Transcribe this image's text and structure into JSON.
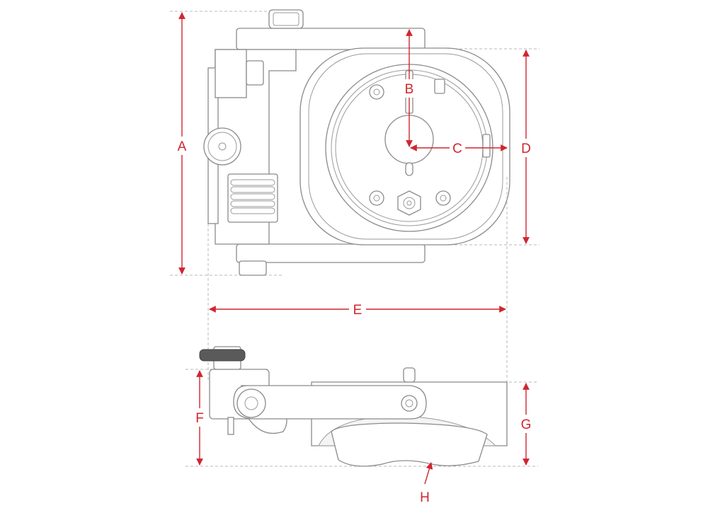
{
  "dimension_labels": {
    "a": "A",
    "b": "B",
    "c": "C",
    "d": "D",
    "e": "E",
    "f": "F",
    "g": "G",
    "h": "H"
  },
  "colors": {
    "dimension": "#d0262f",
    "outline": "#8a8a8a",
    "guide": "#b8b8b8"
  }
}
